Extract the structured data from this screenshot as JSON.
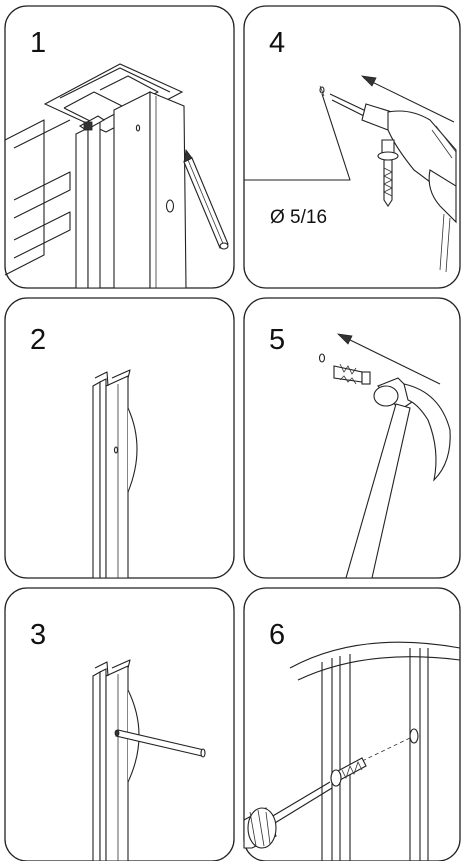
{
  "steps": [
    {
      "number": "1",
      "icons": [
        "door-frame-icon",
        "pencil-icon"
      ]
    },
    {
      "number": "2",
      "icons": [
        "door-jamb-icon"
      ]
    },
    {
      "number": "3",
      "icons": [
        "door-jamb-icon",
        "marking-rod-icon"
      ]
    },
    {
      "number": "4",
      "icons": [
        "drill-icon"
      ],
      "dimension": "Ø 5/16"
    },
    {
      "number": "5",
      "icons": [
        "wall-plug-icon",
        "hammer-icon"
      ]
    },
    {
      "number": "6",
      "icons": [
        "screw-icon",
        "screwdriver-icon"
      ]
    }
  ],
  "colors": {
    "line": "#222222",
    "background": "#ffffff"
  }
}
